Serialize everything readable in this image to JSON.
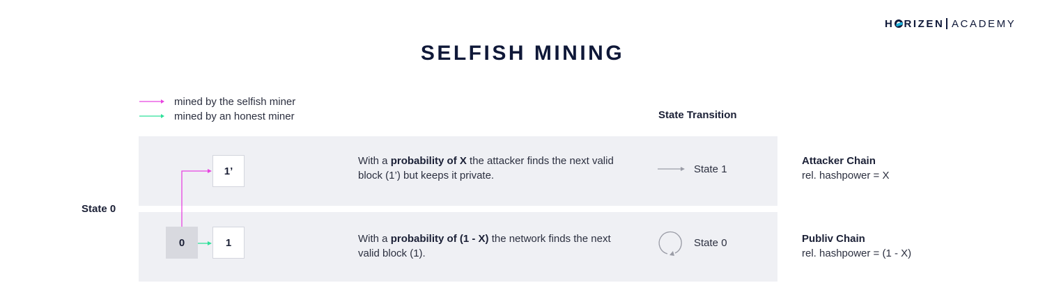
{
  "logo": {
    "part1": "H",
    "part2": "RIZEN",
    "part3": "ACADEMY"
  },
  "title": "SELFISH MINING",
  "legend": {
    "selfish": "mined by the selfish miner",
    "honest": "mined by an honest miner",
    "selfish_color": "#e844e0",
    "honest_color": "#2fe09a"
  },
  "state_transition_header": "State Transition",
  "start_state": "State 0",
  "rows": [
    {
      "block_label": "1’",
      "desc_pre": "With a ",
      "desc_bold": "probability of X",
      "desc_post": " the attacker finds the next valid block (1’) but keeps it private.",
      "transition": "State 1",
      "chain_name": "Attacker Chain",
      "chain_power": "rel. hashpower = X"
    },
    {
      "origin_label": "0",
      "block_label": "1",
      "desc_pre": "With a ",
      "desc_bold": "probability of (1 - X)",
      "desc_post": " the network finds the next valid block (1).",
      "transition": "State 0",
      "chain_name": "Publiv Chain",
      "chain_power": "rel. hashpower = (1 - X)"
    }
  ],
  "colors": {
    "row_bg": "#eff0f4",
    "origin_block": "#d8d9df",
    "transition_arrow": "#9a9ca6"
  }
}
